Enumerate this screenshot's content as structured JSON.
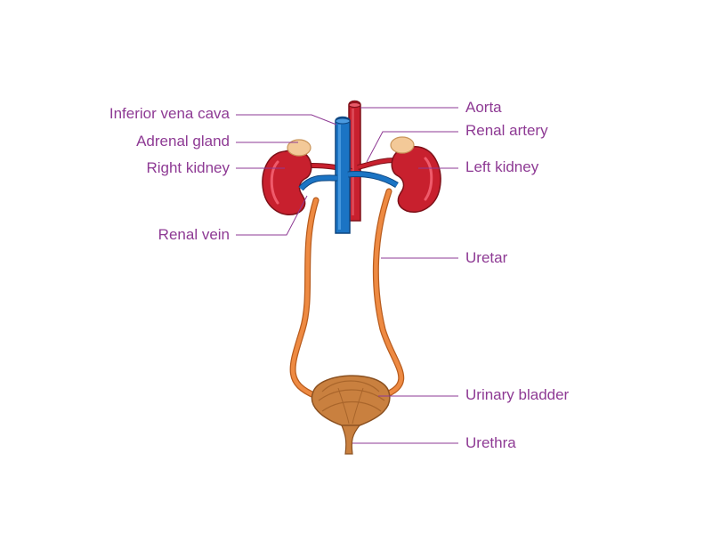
{
  "labels": {
    "inferior_vena_cava": "Inferior vena cava",
    "adrenal_gland": "Adrenal gland",
    "right_kidney": "Right kidney",
    "renal_vein": "Renal vein",
    "aorta": "Aorta",
    "renal_artery": "Renal artery",
    "left_kidney": "Left kidney",
    "uretar": "Uretar",
    "urinary_bladder": "Urinary bladder",
    "urethra": "Urethra"
  },
  "colors": {
    "label_text": "#8e3a94",
    "leader_line": "#8e3a94",
    "kidney": "#c8202e",
    "kidney_shadow": "#8f1420",
    "kidney_highlight": "#ef5b6b",
    "adrenal": "#f3c998",
    "vein": "#1b74c4",
    "artery": "#c8202e",
    "ureter": "#e8823c",
    "bladder": "#c9803f",
    "bladder_dark": "#8a5020"
  }
}
